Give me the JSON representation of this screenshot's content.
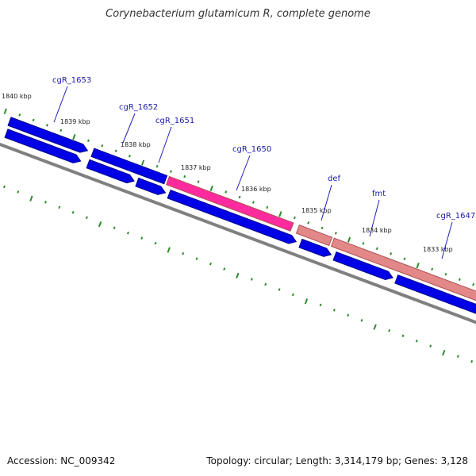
{
  "title": "Corynebacterium glutamicum R, complete genome",
  "footer": {
    "accession": "Accession: NC_009342",
    "summary": "Topology: circular; Length: 3,314,179 bp; Genes: 3,128"
  },
  "colors": {
    "cds": "#0000e6",
    "highlight": "#ff1493",
    "rna": "#e07b7b",
    "backbone": "#808080",
    "tick": "#2e8b2e",
    "label_line": "#2020b0"
  },
  "scale": {
    "tick_labels": [
      "1840 kbp",
      "1839 kbp",
      "1838 kbp",
      "1837 kbp",
      "1836 kbp",
      "1835 kbp",
      "1834 kbp",
      "1833 kbp"
    ]
  },
  "genes": [
    {
      "label": "cgR_1653"
    },
    {
      "label": "cgR_1652"
    },
    {
      "label": "cgR_1651"
    },
    {
      "label": "cgR_1650"
    },
    {
      "label": "def"
    },
    {
      "label": "fmt"
    },
    {
      "label": "cgR_1647"
    }
  ]
}
